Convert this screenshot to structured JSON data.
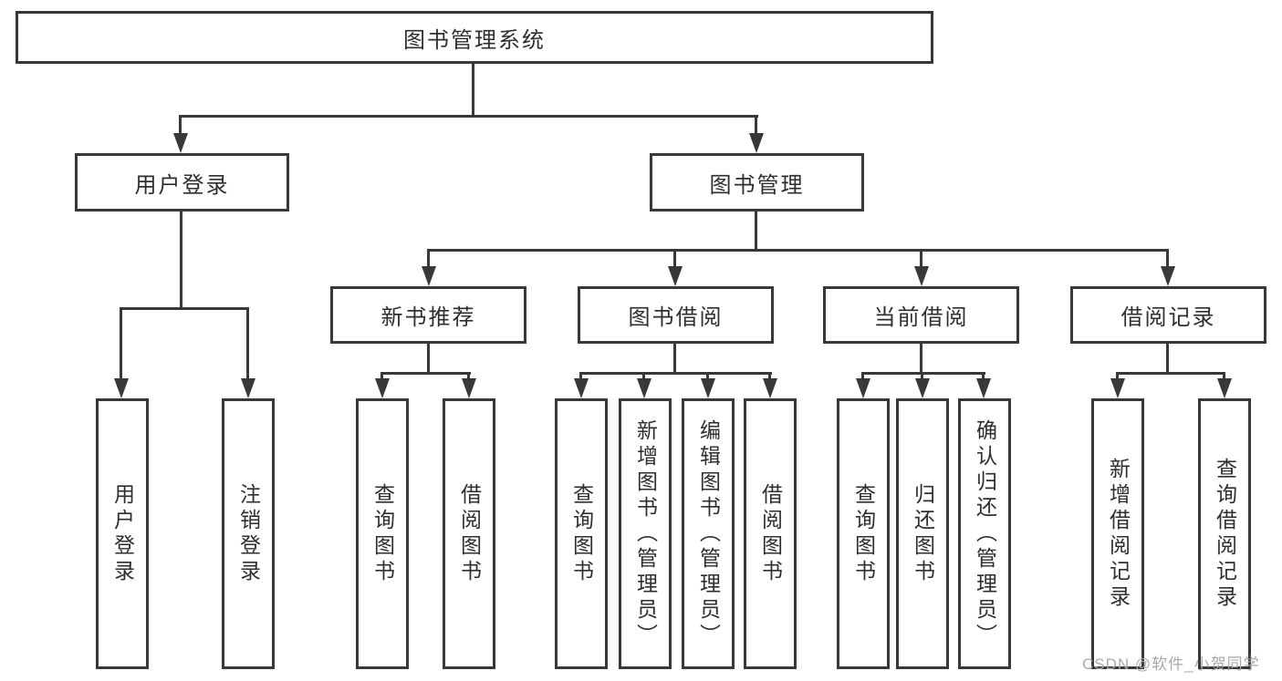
{
  "diagram": {
    "title": "图书管理系统",
    "nodes": {
      "root": "图书管理系统",
      "user_login": "用户登录",
      "book_management": "图书管理",
      "new_book_recommend": "新书推荐",
      "book_borrow": "图书借阅",
      "current_borrow": "当前借阅",
      "borrow_records": "借阅记录",
      "leaves": [
        "用户登录",
        "注销登录",
        "查询图书",
        "借阅图书",
        "查询图书",
        "新增图书（管理员）",
        "编辑图书（管理员）",
        "借阅图书",
        "查询图书",
        "归还图书",
        "确认归还（管理员）",
        "新增借阅记录",
        "查询借阅记录"
      ]
    },
    "colors": {
      "line": "#383838",
      "box_background": "#ffffff",
      "text": "#2e2e2e",
      "watermark": "#a9a9a9"
    }
  },
  "watermark": {
    "text": "CSDN @软件_小贺同学"
  }
}
